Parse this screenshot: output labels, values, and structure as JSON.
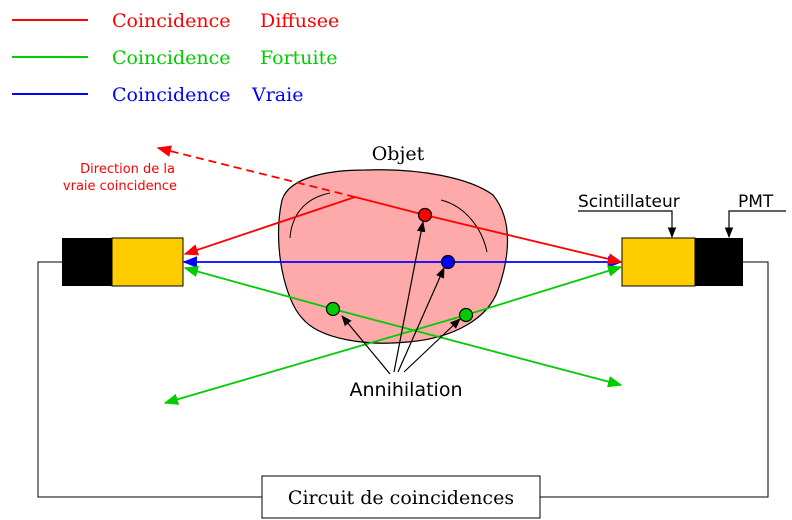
{
  "legend": {
    "items": [
      {
        "word1": "Coincidence",
        "word2": "Diffusee",
        "color": "#ff0000"
      },
      {
        "word1": "Coincidence",
        "word2": "Fortuite",
        "color": "#00cc00"
      },
      {
        "word1": "Coincidence",
        "word2": "Vraie",
        "color": "#0000ff"
      }
    ]
  },
  "labels": {
    "object": "Objet",
    "true_direction_line1": "Direction de la",
    "true_direction_line2": "vraie coincidence",
    "scintillator": "Scintillateur",
    "pmt": "PMT",
    "annihilation": "Annihilation",
    "circuit": "Circuit de coincidences"
  },
  "colors": {
    "scattered": "#ff0000",
    "random": "#00cc00",
    "true": "#0000ff",
    "object_fill": "#ffaaaa",
    "scintillator": "#ffcc00",
    "pmt": "#000000"
  }
}
